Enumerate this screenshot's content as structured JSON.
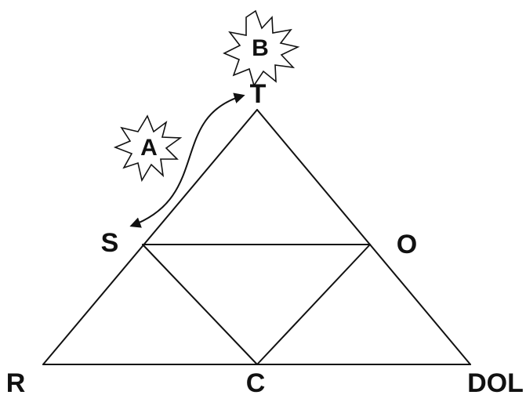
{
  "vertices": {
    "top": "T",
    "left_mid": "S",
    "right_mid": "O",
    "bottom_left": "R",
    "bottom_mid": "C",
    "bottom_right": "DOL"
  },
  "bursts": {
    "a": "A",
    "b": "B"
  }
}
